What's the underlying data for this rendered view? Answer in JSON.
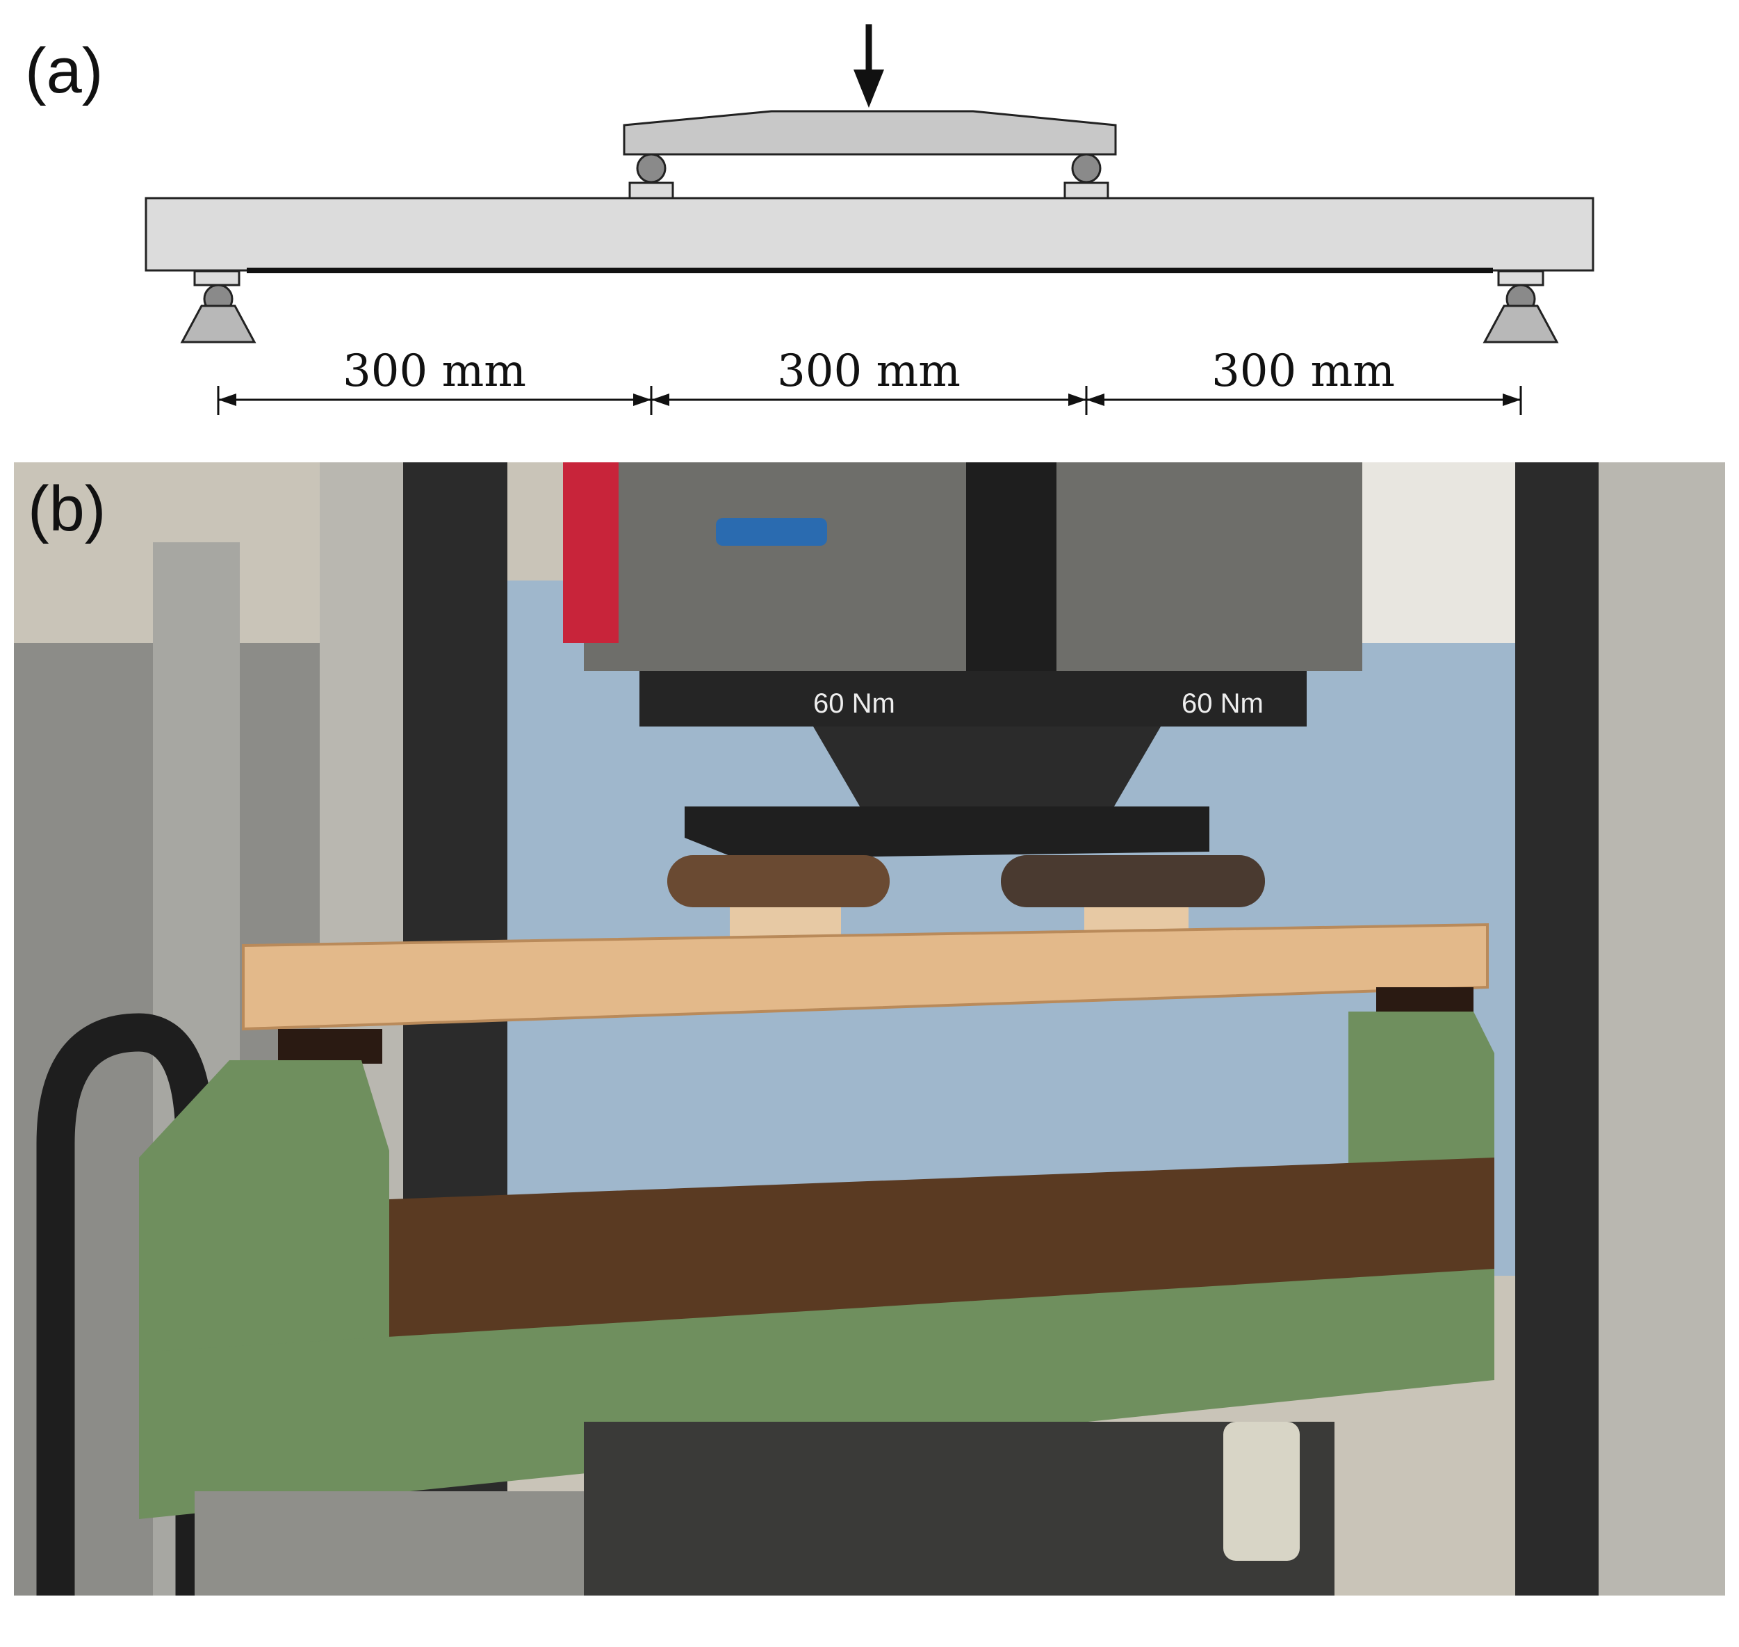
{
  "panel_a": {
    "label": "(a)",
    "spans": [
      "300 mm",
      "300 mm",
      "300 mm"
    ]
  },
  "panel_b": {
    "label": "(b)",
    "machine_markings": [
      "60 Nm",
      "60 Nm"
    ],
    "content": "photo"
  },
  "colors": {
    "beam_fill": "#dcdcdc",
    "load_plate_fill": "#c8c8c8",
    "roller_fill": "#8a8a8a",
    "support_fill": "#b8b8b8",
    "wall_blue": "#9fb7cc",
    "wood": "#e3b98a",
    "frame_green": "#6f8f5e",
    "rust": "#5a3a22"
  }
}
